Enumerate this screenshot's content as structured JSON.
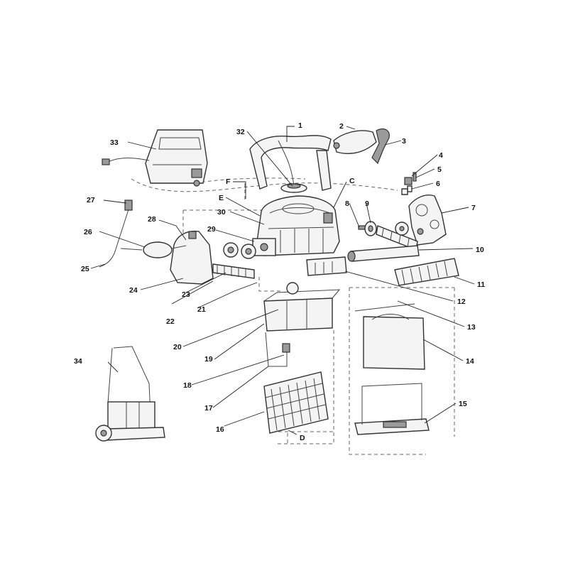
{
  "callouts": {
    "n1": "1",
    "n2": "2",
    "n3": "3",
    "n4": "4",
    "n5": "5",
    "n6": "6",
    "n7": "7",
    "n8": "8",
    "n9": "9",
    "n10": "10",
    "n11": "11",
    "n12": "12",
    "n13": "13",
    "n14": "14",
    "n15": "15",
    "n16": "16",
    "n17": "17",
    "n18": "18",
    "n19": "19",
    "n20": "20",
    "n21": "21",
    "n22": "22",
    "n23": "23",
    "n24": "24",
    "n25": "25",
    "n26": "26",
    "n27": "27",
    "n28": "28",
    "n29": "29",
    "n30": "30",
    "n32": "32",
    "n33": "33",
    "n34": "34",
    "lC": "C",
    "lD": "D",
    "lE": "E",
    "lF": "F"
  }
}
